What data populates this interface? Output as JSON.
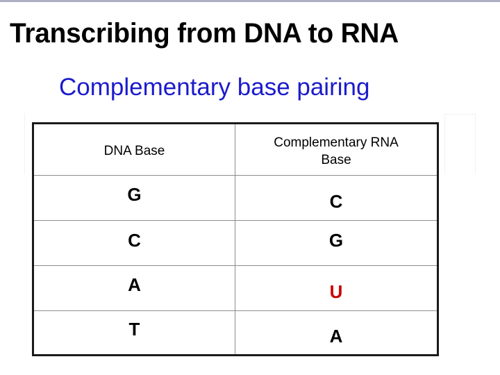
{
  "slide": {
    "title": "Transcribing from DNA to RNA",
    "subtitle": "Complementary base pairing",
    "title_color": "#000000",
    "subtitle_color": "#1b1bcc",
    "background_color": "#ffffff",
    "top_bar_color": "#aeaec4"
  },
  "table": {
    "headers": {
      "dna": "DNA Base",
      "rna_line1": "Complementary RNA",
      "rna_line2": "Base"
    },
    "border_color": "#1a1a1a",
    "grid_color": "#8c8c8c",
    "highlight_color": "#cc0000",
    "rows": [
      {
        "dna": "G",
        "rna": "C",
        "rna_highlight": false
      },
      {
        "dna": "C",
        "rna": "G",
        "rna_highlight": false
      },
      {
        "dna": "A",
        "rna": "U",
        "rna_highlight": true
      },
      {
        "dna": "T",
        "rna": "A",
        "rna_highlight": false
      }
    ]
  }
}
